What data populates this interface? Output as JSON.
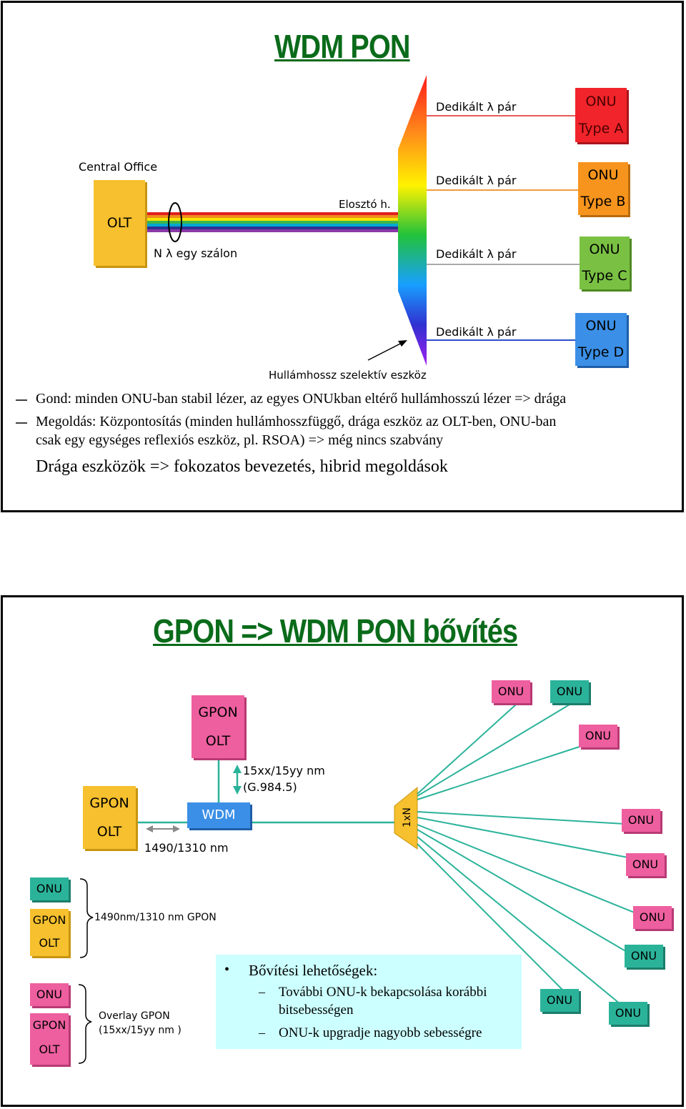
{
  "slide1": {
    "title": "WDM PON",
    "central_office": "Central Office",
    "olt": "OLT",
    "fiber_label": "N λ egy szálon",
    "splitter_label": "Elosztó h.",
    "dedicated_pair": "Dedikált λ pár",
    "selector_label": "Hullámhossz szelektív eszköz",
    "onus": [
      {
        "line1": "ONU",
        "line2": "Type A",
        "color": "#f0242a"
      },
      {
        "line1": "ONU",
        "line2": "Type B",
        "color": "#f7941d"
      },
      {
        "line1": "ONU",
        "line2": "Type C",
        "color": "#7ac143"
      },
      {
        "line1": "ONU",
        "line2": "Type D",
        "color": "#3b8fe6"
      }
    ],
    "bullets": [
      "Gond: minden ONU-ban stabil lézer, az egyes ONUkban eltérő hullámhosszú lézer => drága",
      "Megoldás: Központosítás (minden hullámhosszfüggő, drága eszköz az OLT-ben, ONU-ban",
      "csak egy egységes reflexiós eszköz, pl. RSOA) => még nincs szabvány"
    ],
    "summary": "Drága eszközök => fokozatos bevezetés, hibrid megoldások",
    "colors": {
      "olt": "#f6c02e",
      "title": "#0a6b1a"
    }
  },
  "slide2": {
    "title": "GPON => WDM PON bővítés",
    "gpon_olt_top": {
      "line1": "GPON",
      "line2": "OLT"
    },
    "gpon_olt_left": {
      "line1": "GPON",
      "line2": "OLT"
    },
    "wdm": "WDM",
    "wdm_wavelength": "15xx/15yy nm",
    "wdm_standard": "(G.984.5)",
    "gpon_wavelength": "1490/1310 nm",
    "splitter": "1xN",
    "onu": "ONU",
    "legend": {
      "onu": "ONU",
      "gpon": "GPON",
      "olt": "OLT",
      "gpon_caption": "1490nm/1310 nm GPON",
      "overlay_caption_1": "Overlay GPON",
      "overlay_caption_2": "(15xx/15yy nm )"
    },
    "info": {
      "heading": "Bővítési lehetőségek:",
      "items": [
        "További ONU-k bekapcsolása korábbi",
        "bitsebességen",
        "ONU-k upgradje nagyobb sebességre"
      ]
    },
    "colors": {
      "gpon": "#ee5f9f",
      "onu_teal": "#2bb39a",
      "wdm": "#3b8fe6",
      "olt": "#f6c02e",
      "info_bg": "#ccffff"
    }
  }
}
